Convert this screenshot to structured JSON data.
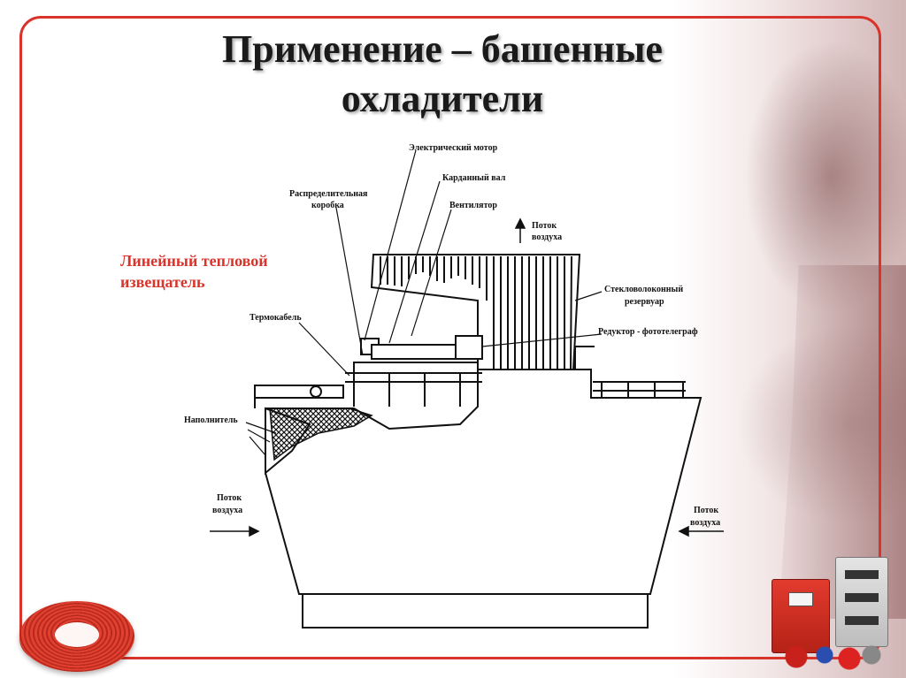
{
  "slide": {
    "title_line1": "Применение – башенные",
    "title_line2": "охладители",
    "highlight_line1": "Линейный тепловой",
    "highlight_line2": "извещатель"
  },
  "diagram": {
    "labels": {
      "motor": "Электрический мотор",
      "shaft": "Карданный вал",
      "junction1": "Распределительная",
      "junction2": "коробка",
      "fan": "Вентилятор",
      "airflow_up1": "Поток",
      "airflow_up2": "воздуха",
      "fiberglass1": "Стекловолоконный",
      "fiberglass2": "резервуар",
      "cable": "Термокабель",
      "gearbox": "Редуктор - фототелеграф",
      "fill": "Наполнитель",
      "airflow_left1": "Поток",
      "airflow_left2": "воздуха",
      "airflow_right1": "Поток",
      "airflow_right2": "воздуха"
    }
  },
  "colors": {
    "frame": "#d9342b",
    "highlight": "#d9342b",
    "title": "#1a1a1a"
  }
}
